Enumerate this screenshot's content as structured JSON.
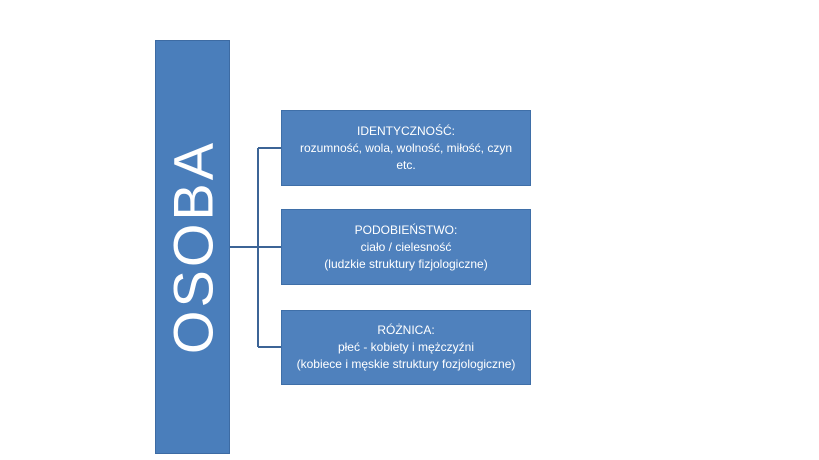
{
  "root": {
    "label": "OSOBA"
  },
  "children": [
    {
      "title": "IDENTYCZNOŚĆ:",
      "lines": [
        "rozumność, wola, wolność, miłość, czyn",
        "etc."
      ]
    },
    {
      "title": "PODOBIEŃSTWO:",
      "lines": [
        "ciało / cielesność",
        "(ludzkie struktury fizjologiczne)"
      ]
    },
    {
      "title": "RÓŻNICA:",
      "lines": [
        "płeć - kobiety i mężczyźni",
        "(kobiece i męskie struktury fozjologiczne)"
      ]
    }
  ],
  "colors": {
    "box_fill": "#4f81bd",
    "connector": "#3c6496",
    "text": "#ffffff"
  }
}
